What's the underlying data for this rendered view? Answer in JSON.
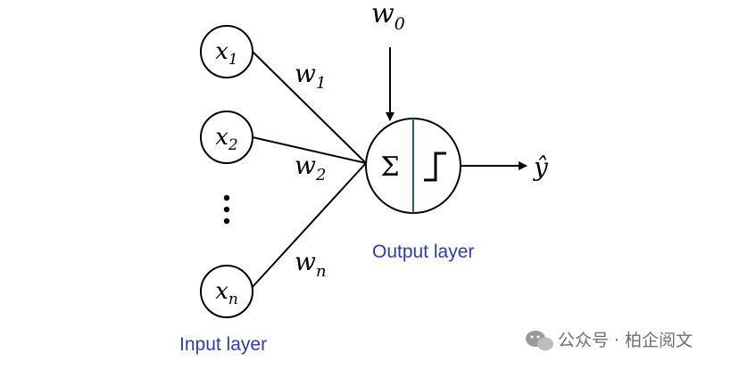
{
  "inputs": [
    {
      "symbol": "x",
      "sub": "1"
    },
    {
      "symbol": "x",
      "sub": "2"
    },
    {
      "symbol": "x",
      "sub": "n"
    }
  ],
  "weights": [
    {
      "symbol": "w",
      "sub": "1"
    },
    {
      "symbol": "w",
      "sub": "2"
    },
    {
      "symbol": "w",
      "sub": "n"
    }
  ],
  "bias": {
    "symbol": "w",
    "sub": "0"
  },
  "neuron": {
    "sum_symbol": "Σ"
  },
  "output": {
    "symbol": "ŷ"
  },
  "labels": {
    "input_layer": "Input layer",
    "output_layer": "Output layer"
  },
  "watermark": {
    "text": "公众号 · 柏企阅文"
  },
  "colors": {
    "layer_label": "#2e3bb4",
    "divider": "#1f5f7a",
    "stroke": "#000000"
  }
}
